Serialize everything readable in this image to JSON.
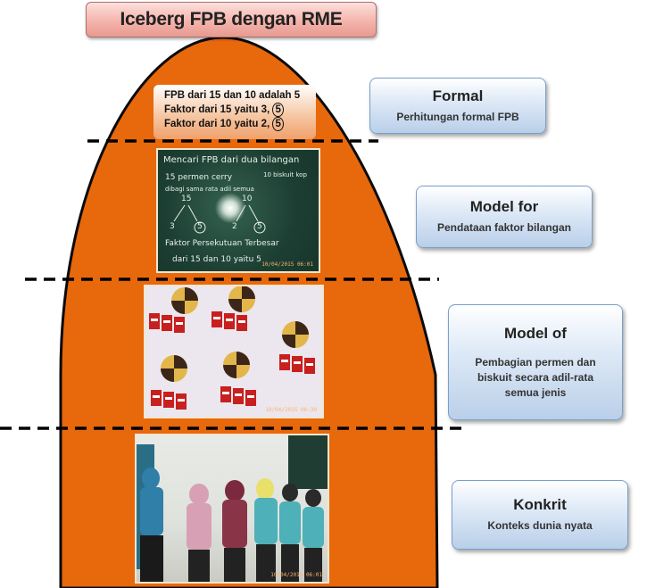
{
  "title": "Iceberg FPB dengan RME",
  "formal_text": {
    "line1": "FPB dari 15 dan 10 adalah 5",
    "line2_prefix": "Faktor dari 15 yaitu 3,",
    "line2_circled": "5",
    "line3_prefix": "Faktor dari 10 yaitu 2,",
    "line3_circled": "5"
  },
  "levels": [
    {
      "name": "Formal",
      "description": "Perhitungan formal FPB"
    },
    {
      "name": "Model for",
      "description": "Pendataan faktor bilangan"
    },
    {
      "name": "Model of",
      "description": "Pembagian permen dan biskuit secara adil-rata semua jenis"
    },
    {
      "name": "Konkrit",
      "description": "Konteks dunia nyata"
    }
  ],
  "board_text": {
    "line1": "Mencari FPB dari dua bilangan",
    "line2": "15 permen cerry",
    "line3": "10 biskuit kop",
    "line4": "dibagi sama rata adil semua",
    "num15": "15",
    "num10": "10",
    "num3": "3",
    "num5a": "5",
    "num2": "2",
    "num5b": "5",
    "line5": "Faktor Persekutuan Terbesar",
    "line6": "dari 15 dan 10 yaitu 5"
  },
  "photo_timestamps": {
    "board": "10/04/2015 06:01",
    "cookies": "10/04/2015 06:30",
    "kids": "10/04/2015 06:01"
  },
  "colors": {
    "iceberg_fill": "#e8680c",
    "iceberg_outline": "#0a0a0a",
    "divider": "#000000"
  }
}
